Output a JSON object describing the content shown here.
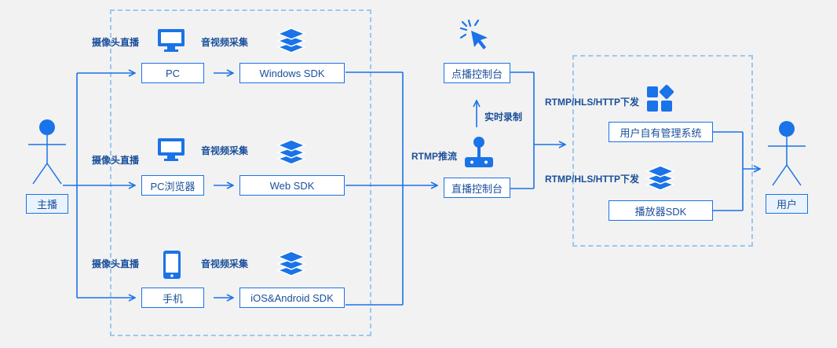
{
  "actors": {
    "anchor": "主播",
    "user": "用户"
  },
  "capture_rows": [
    {
      "live_label": "摄像头直播",
      "device": "PC",
      "collect_label": "音视频采集",
      "sdk": "Windows SDK",
      "device_icon": "monitor-icon"
    },
    {
      "live_label": "摄像头直播",
      "device": "PC浏览器",
      "collect_label": "音视频采集",
      "sdk": "Web SDK",
      "device_icon": "monitor-icon"
    },
    {
      "live_label": "摄像头直播",
      "device": "手机",
      "collect_label": "音视频采集",
      "sdk": "iOS&Android SDK",
      "device_icon": "phone-icon"
    }
  ],
  "center": {
    "push_label": "RTMP推流",
    "live_console": "直播控制台",
    "record_label": "实时录制",
    "vod_console": "点播控制台"
  },
  "delivery": {
    "label_top": "RTMP/HLS/HTTP下发",
    "label_bottom": "RTMP/HLS/HTTP下发",
    "system_box": "用户自有管理系统",
    "player_box": "播放器SDK"
  },
  "colors": {
    "accent": "#1a73e8",
    "dashed": "#9cc7ef",
    "text": "#1a4f9a",
    "background": "#f2f2f2"
  }
}
